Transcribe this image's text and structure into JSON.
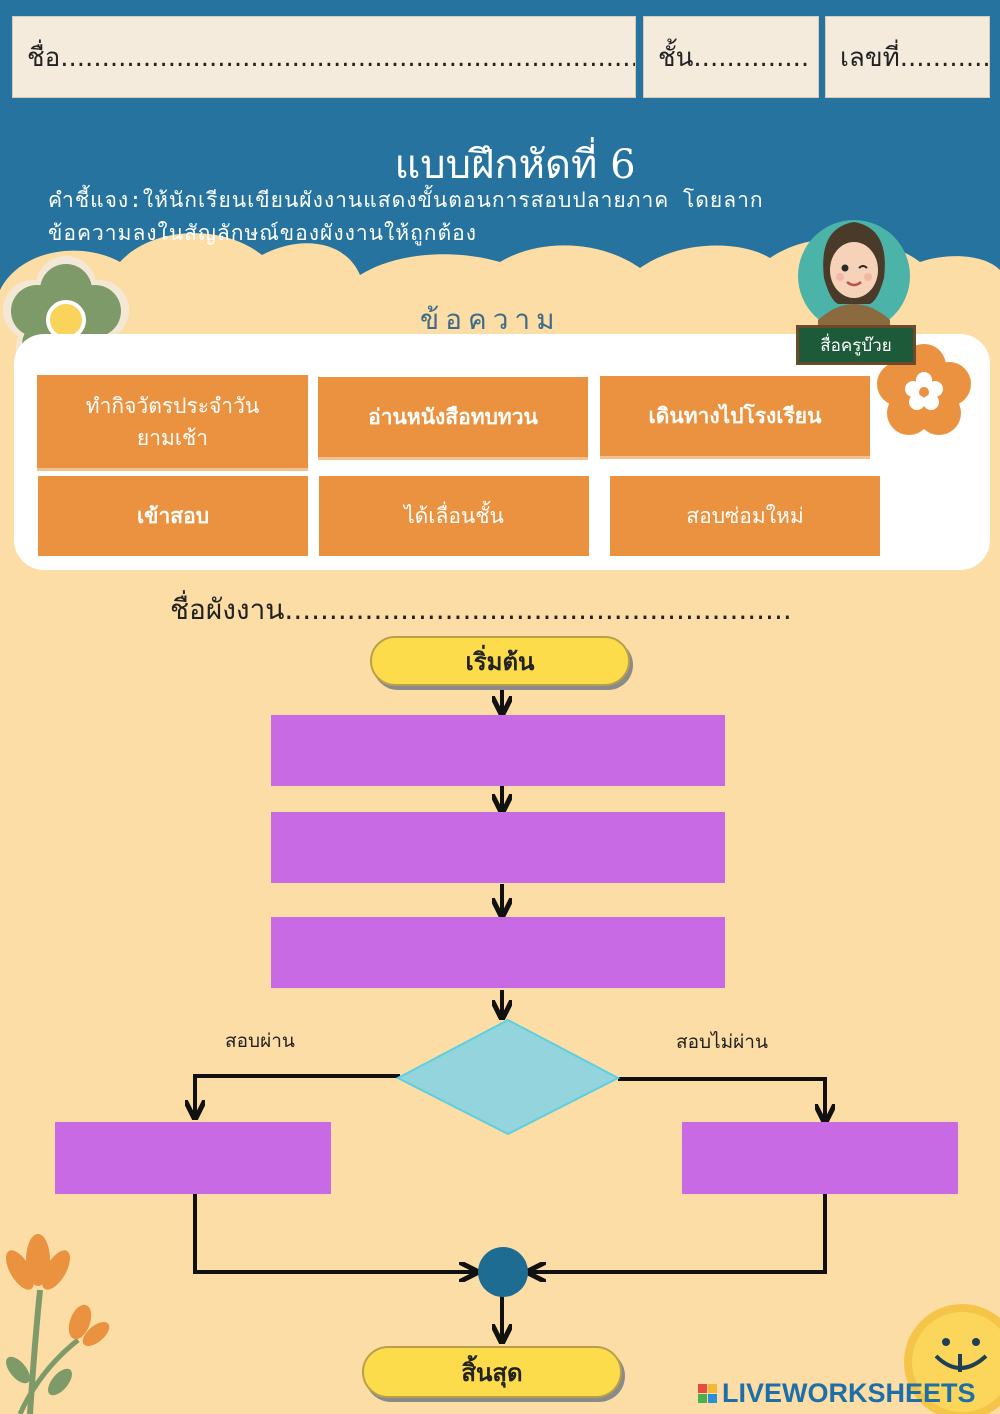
{
  "header": {
    "name_label": "ชื่อ......................................................................",
    "class_label": "ชั้น..............",
    "number_label": "เลขที่..........."
  },
  "title": "แบบฝึกหัดที่ 6",
  "instruction_line1": "คำชี้แจง:ให้นักเรียนเขียนผังงานแสดงขั้นตอนการสอบปลายภาค โดยลาก",
  "instruction_line2": "ข้อความลงในสัญลักษณ์ของผังงานให้ถูกต้อง",
  "teacher_badge": "สื่อครูบ๊วย",
  "word_bank": {
    "title": "ข้อความ",
    "items": [
      {
        "line1": "ทำกิจวัตรประจำวัน",
        "line2": "ยามเช้า"
      },
      {
        "line1": "อ่านหนังสือทบทวน"
      },
      {
        "line1": "เดินทางไปโรงเรียน"
      },
      {
        "line1": "เข้าสอบ"
      },
      {
        "line1": "ได้เลื่อนชั้น"
      },
      {
        "line1": "สอบซ่อมใหม่"
      }
    ]
  },
  "flowchart": {
    "name_label": "ชื่อผังงาน.........................................................",
    "start": "เริ่มต้น",
    "end": "สิ้นสุด",
    "pass_label": "สอบผ่าน",
    "fail_label": "สอบไม่ผ่าน"
  },
  "watermark": "LIVEWORKSHEETS",
  "colors": {
    "top_blue": "#25739e",
    "cream": "#fddda6",
    "chip_orange": "#ea923f",
    "process_purple": "#c86ae4",
    "decision_cyan": "#94d4dc",
    "terminal_yellow": "#fddc4c",
    "connector_blue": "#1f6c93"
  }
}
